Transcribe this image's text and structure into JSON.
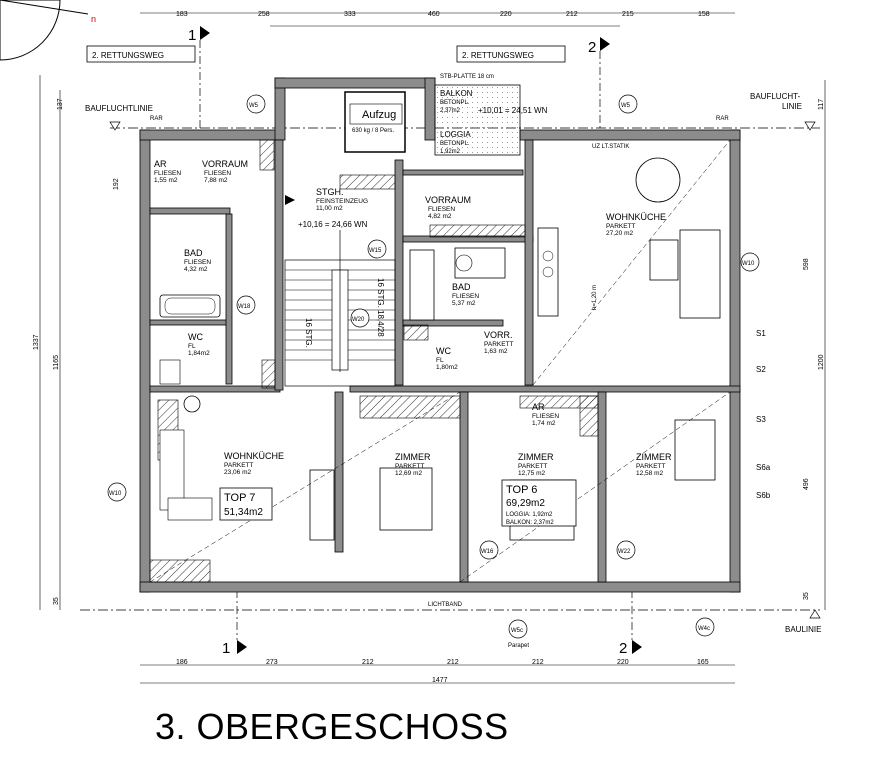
{
  "title": "3. OBERGESCHOSS",
  "north_label": "n",
  "escape_routes": [
    "2. RETTUNGSWEG",
    "2. RETTUNGSWEG"
  ],
  "section_marks": [
    "1",
    "2",
    "1",
    "2"
  ],
  "building_lines": {
    "left": "BAUFLUCHTLINIE",
    "right_1": "BAUFLUCHT-",
    "right_2": "LINIE",
    "bottom": "BAULINIE",
    "lichtband": "LICHTBAND",
    "parapet": "Parapet"
  },
  "elevator": {
    "name": "Aufzug",
    "spec": "630 kg / 8 Pers."
  },
  "levels": {
    "upper": "+10,01 = 24,51 WN",
    "stair": "+10,16 = 24,66 WN"
  },
  "top_dims": [
    "183",
    "258",
    "333",
    "460",
    "220",
    "212",
    "215",
    "158"
  ],
  "bottom_dims": [
    "186",
    "273",
    "212",
    "212",
    "212",
    "220",
    "165"
  ],
  "total_dim": "1477",
  "left_dims": [
    "137",
    "192",
    "1337",
    "1165",
    "35"
  ],
  "right_dims": [
    "117",
    "598",
    "1200",
    "496",
    "35"
  ],
  "rooms": [
    {
      "name": "AR",
      "floor": "FLIESEN",
      "area": "1,55 m2"
    },
    {
      "name": "VORRAUM",
      "floor": "FLIESEN",
      "area": "7,88 m2"
    },
    {
      "name": "BAD",
      "floor": "FLIESEN",
      "area": "4,32 m2"
    },
    {
      "name": "WC",
      "floor": "FL",
      "area": "1,84m2"
    },
    {
      "name": "STGH.",
      "floor": "FEINSTEINZEUG",
      "area": "11,00 m2"
    },
    {
      "name": "VORRAUM",
      "floor": "FLIESEN",
      "area": "4,82 m2"
    },
    {
      "name": "BAD",
      "floor": "FLIESEN",
      "area": "5,37 m2"
    },
    {
      "name": "VORR.",
      "floor": "PARKETT",
      "area": "1,63 m2"
    },
    {
      "name": "WC",
      "floor": "FL",
      "area": "1,80m2"
    },
    {
      "name": "WOHNKÜCHE",
      "floor": "PARKETT",
      "area": "27,20 m2"
    },
    {
      "name": "WOHNKÜCHE",
      "floor": "PARKETT",
      "area": "23,06 m2"
    },
    {
      "name": "ZIMMER",
      "floor": "PARKETT",
      "area": "12,69 m2"
    },
    {
      "name": "ZIMMER",
      "floor": "PARKETT",
      "area": "12,75 m2"
    },
    {
      "name": "ZIMMER",
      "floor": "PARKETT",
      "area": "12,58 m2"
    },
    {
      "name": "AR",
      "floor": "FLIESEN",
      "area": "1,74 m2"
    }
  ],
  "balcony": {
    "name": "BALKON",
    "floor": "BETONPL.",
    "area": "2,37m2"
  },
  "loggia": {
    "name": "LOGGIA",
    "floor": "BETONPL.",
    "area": "1,92m2"
  },
  "top7": {
    "name": "TOP 7",
    "area": "51,34m2"
  },
  "top6": {
    "name": "TOP 6",
    "area": "69,29m2",
    "loggia": "LOGGIA: 1,92m2",
    "balkon": "BALKON: 2,37m2"
  },
  "stairs": {
    "left": "16 STG.",
    "right": "16 STG. 18,4/28"
  },
  "windows": [
    "W5",
    "W5",
    "W10",
    "W10",
    "W15",
    "W16",
    "W18",
    "W20",
    "W22",
    "W4c",
    "W5c"
  ],
  "shaft_labels": [
    "S1",
    "S2",
    "S3",
    "S6a",
    "S6b"
  ],
  "misc": {
    "rar": "RAR",
    "uz": "UZ LT.STATIK",
    "stb": "STB-PLATTE 18 cm",
    "h120": "h=1,20 m"
  }
}
